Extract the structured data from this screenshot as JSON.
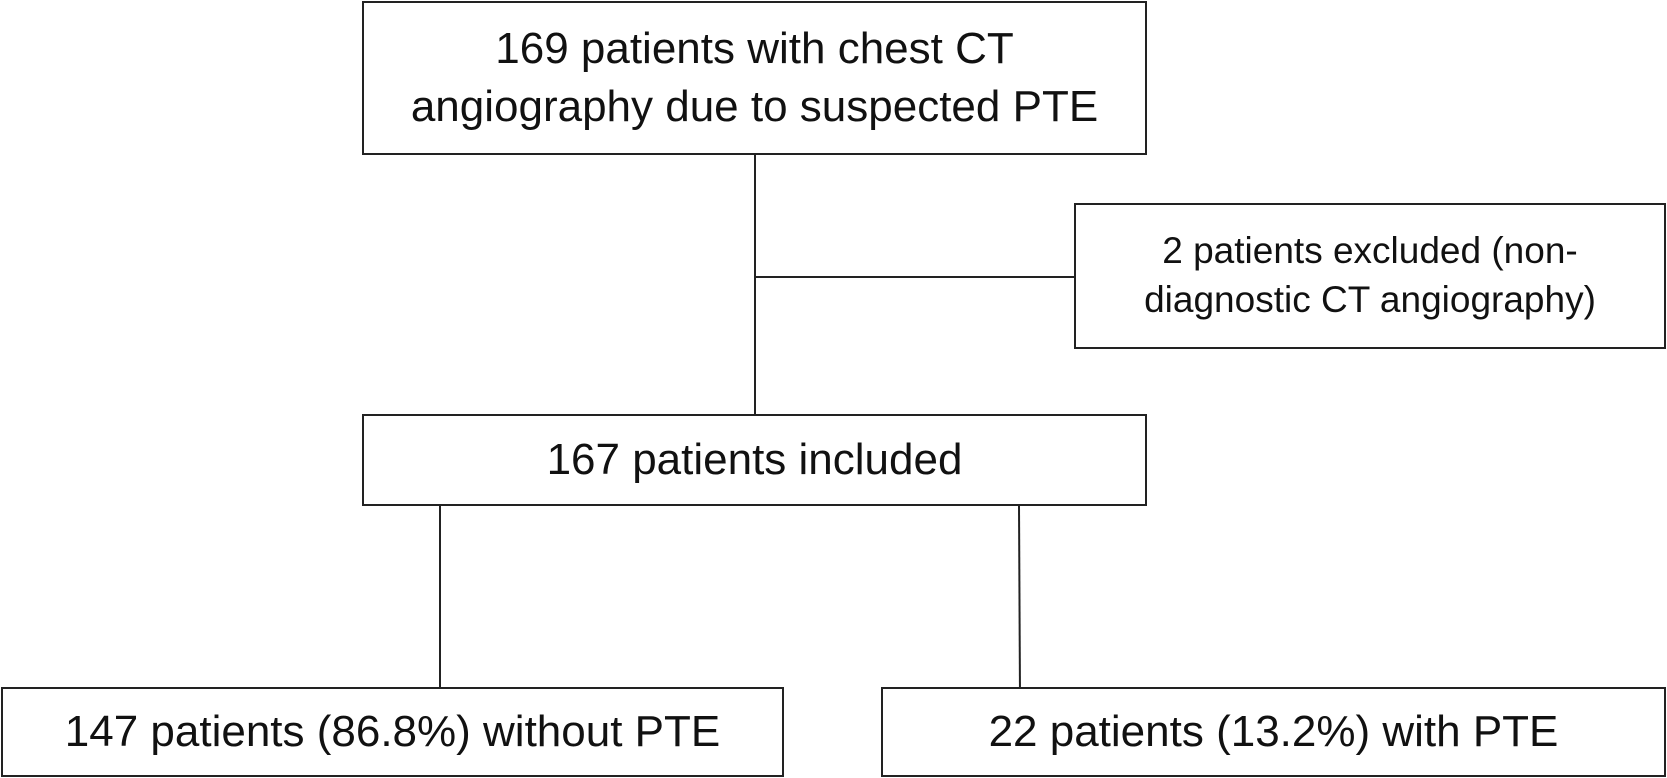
{
  "flowchart": {
    "start": {
      "line1": "169 patients with chest CT",
      "line2": "angiography due to suspected PTE"
    },
    "excluded": {
      "line1": "2 patients excluded (non-",
      "line2": "diagnostic CT angiography)"
    },
    "included": {
      "line1": "167 patients included"
    },
    "without_pte": {
      "line1": "147 patients (86.8%) without PTE"
    },
    "with_pte": {
      "line1": "22 patients (13.2%) with PTE"
    }
  },
  "colors": {
    "line": "#222222",
    "text": "#111111",
    "background": "#ffffff"
  }
}
